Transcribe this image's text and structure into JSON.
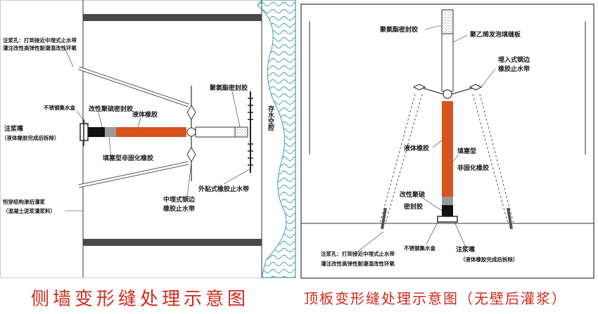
{
  "colors": {
    "accent_rubber": "#d9531e",
    "water": "#3aa0a8",
    "caption": "#d22a1e",
    "steel": "#555555"
  },
  "left_panel": {
    "caption": "侧墙变形缝处理示意图",
    "labels": {
      "grout_hole": "注浆孔：打到接近中埋式止水带",
      "grout_hole_2": "灌注改性高弹性耐潮湿改性环氧",
      "stainless_box": "不锈钢集水盒",
      "modified_sealant": "改性聚硫密封胶",
      "liquid_rubber": "液体橡胶",
      "grout_nozzle": "注浆嘴",
      "grout_nozzle_note": "（液体橡胶完成后拆除）",
      "filled_rubber": "填塞型非固化橡胶",
      "polyurethane": "聚氨酯密封胶",
      "water_space": "存水空腔",
      "mid_waterstop": "中埋式钢边",
      "mid_waterstop_2": "橡胶止水带",
      "external_waterstop": "外贴式橡胶止水带",
      "repair_groove": "恒穿结构渗后灌浆",
      "repair_groove_2": "（混凝土泥浆灌浆料）"
    }
  },
  "right_panel": {
    "caption": "顶板变形缝处理示意图（无壁后灌浆）",
    "labels": {
      "polyurethane": "聚氨酯密封胶",
      "foam_board": "聚乙烯发泡填缝板",
      "embedded_waterstop": "埋入式钢边",
      "embedded_waterstop_2": "橡胶止水带",
      "liquid_rubber": "液体橡胶",
      "filled_rubber": "填塞型",
      "filled_rubber_2": "非固化橡胶",
      "modified_sealant": "改性聚硫",
      "modified_sealant_2": "密封胶",
      "stainless_box": "不锈钢集水盒",
      "grout_hole": "注浆孔：打到接近中埋式止水带",
      "grout_hole_2": "灌注改性高弹性耐潮湿改性环氧",
      "grout_nozzle": "注浆嘴",
      "grout_nozzle_note": "（液体橡胶完成后拆除）"
    }
  }
}
